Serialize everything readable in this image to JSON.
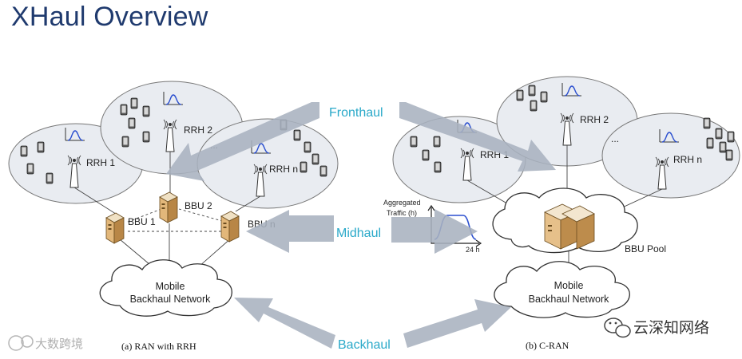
{
  "title": "XHaul Overview",
  "callouts": {
    "fronthaul": "Fronthaul",
    "midhaul": "Midhaul",
    "backhaul": "Backhaul"
  },
  "left": {
    "caption": "(a) RAN with RRH",
    "rrh": [
      "RRH 1",
      "RRH 2",
      "RRH n"
    ],
    "bbu": [
      "BBU 1",
      "BBU 2",
      "BBU n"
    ],
    "ellipsis": "...",
    "network": [
      "Mobile",
      "Backhaul Network"
    ]
  },
  "right": {
    "caption": "(b) C-RAN",
    "rrh": [
      "RRH 1",
      "RRH 2",
      "RRH n"
    ],
    "ellipsis": "...",
    "pool": "BBU Pool",
    "traffic": {
      "label1": "Aggregated",
      "label2": "Traffic (h)",
      "axis": "24 h"
    },
    "network": [
      "Mobile",
      "Backhaul Network"
    ]
  },
  "watermark": "大数跨境",
  "brand": "云深知网络",
  "colors": {
    "title": "#1f3a6e",
    "callout": "#2aa9c9",
    "arrow": "#a9b2bf",
    "cell": "#e9ecf1"
  }
}
